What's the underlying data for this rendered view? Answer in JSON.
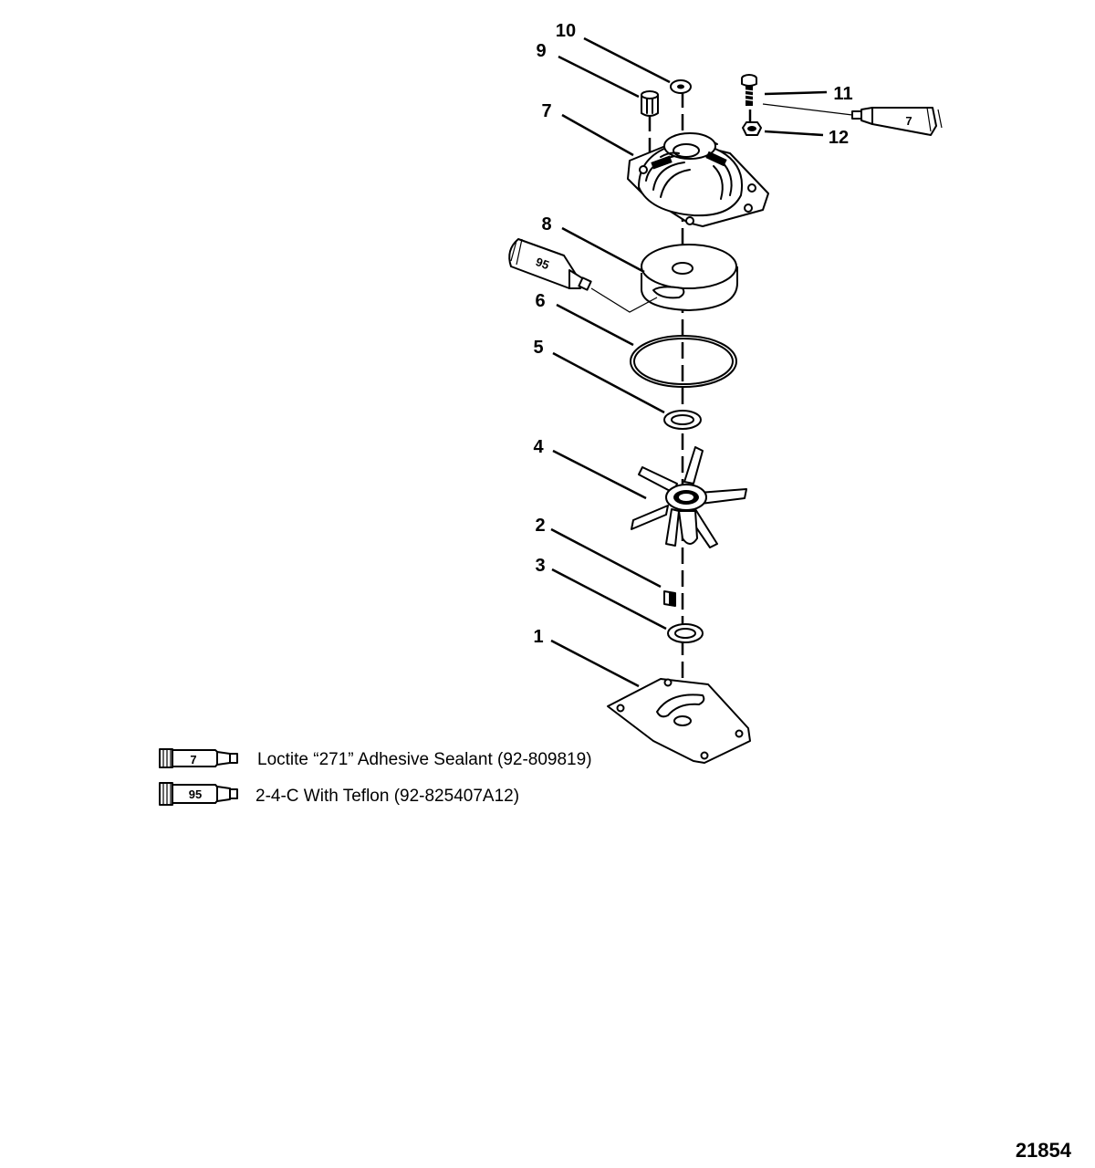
{
  "callouts": {
    "c1": "1",
    "c2": "2",
    "c3": "3",
    "c4": "4",
    "c5": "5",
    "c6": "6",
    "c7": "7",
    "c8": "8",
    "c9": "9",
    "c10": "10",
    "c11": "11",
    "c12": "12"
  },
  "tubes": {
    "tube_top": "7",
    "tube_mid": "95"
  },
  "legend": {
    "item1": {
      "tube": "7",
      "text": "Loctite “271” Adhesive Sealant (92-809819)"
    },
    "item2": {
      "tube": "95",
      "text": "2-4-C  With Teflon (92-825407A12)"
    }
  },
  "figure_number": "21854"
}
